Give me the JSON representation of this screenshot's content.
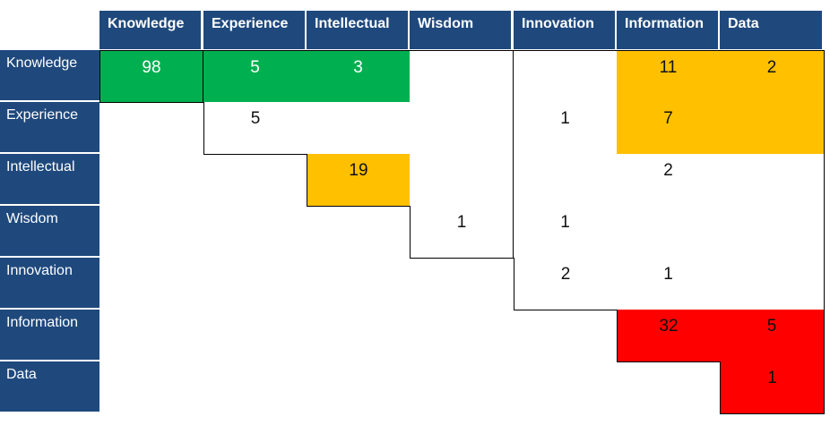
{
  "columns": [
    "Knowledge",
    "Experience",
    "Intellectual",
    "Wisdom",
    "Innovation",
    "Information",
    "Data"
  ],
  "rows": [
    "Knowledge",
    "Experience",
    "Intellectual",
    "Wisdom",
    "Innovation",
    "Information",
    "Data"
  ],
  "colors": {
    "header": "#1f497d",
    "green": "#00b050",
    "amber": "#ffc000",
    "red": "#ff0000",
    "white": "#ffffff"
  },
  "cells": [
    [
      "98",
      "5",
      "3",
      "",
      "",
      "11",
      "2"
    ],
    [
      "",
      "5",
      "",
      "",
      "1",
      "7",
      ""
    ],
    [
      "",
      "",
      "19",
      "",
      "",
      "2",
      ""
    ],
    [
      "",
      "",
      "",
      "1",
      "1",
      "",
      ""
    ],
    [
      "",
      "",
      "",
      "",
      "2",
      "1",
      ""
    ],
    [
      "",
      "",
      "",
      "",
      "",
      "32",
      "5"
    ],
    [
      "",
      "",
      "",
      "",
      "",
      "",
      "1"
    ]
  ],
  "fills": [
    [
      "green",
      "green",
      "green",
      "white",
      "white",
      "amber",
      "amber"
    ],
    [
      null,
      "white",
      "white",
      "white",
      "white",
      "amber",
      "amber"
    ],
    [
      null,
      null,
      "amber",
      "white",
      "white",
      "white",
      "white"
    ],
    [
      null,
      null,
      null,
      "white",
      "white",
      "white",
      "white"
    ],
    [
      null,
      null,
      null,
      null,
      "white",
      "white",
      "white"
    ],
    [
      null,
      null,
      null,
      null,
      null,
      "red",
      "red"
    ],
    [
      null,
      null,
      null,
      null,
      null,
      null,
      "red"
    ]
  ]
}
